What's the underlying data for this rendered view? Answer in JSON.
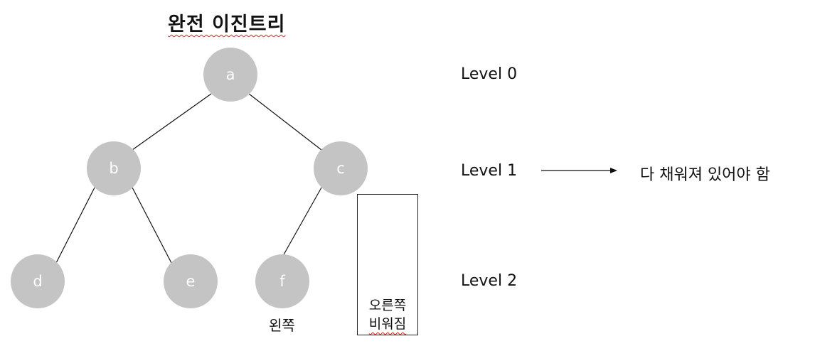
{
  "title": "완전 이진트리",
  "nodes": {
    "a": "a",
    "b": "b",
    "c": "c",
    "d": "d",
    "e": "e",
    "f": "f"
  },
  "levels": [
    "Level 0",
    "Level 1",
    "Level 2"
  ],
  "notes": {
    "left_child": "왼쪽",
    "right_empty_line1": "오른쪽",
    "right_empty_line2": "비워짐",
    "level1_arrow_text": "다 채워져 있어야 함"
  },
  "edges": [
    [
      "a",
      "b"
    ],
    [
      "a",
      "c"
    ],
    [
      "b",
      "d"
    ],
    [
      "b",
      "e"
    ],
    [
      "c",
      "f"
    ]
  ],
  "colors": {
    "node_fill": "#c4c4c4",
    "node_text": "#ffffff",
    "line": "#111111",
    "spellcheck_underline": "#d9261c"
  }
}
